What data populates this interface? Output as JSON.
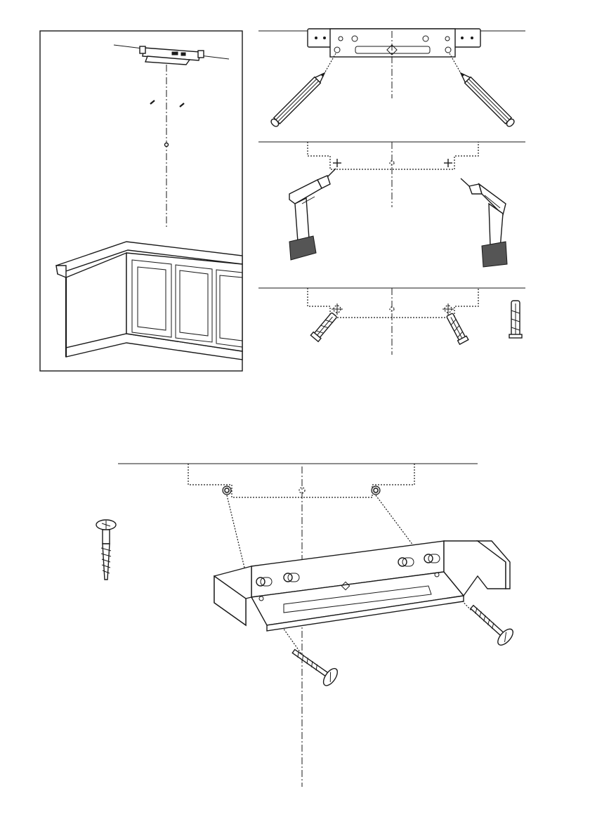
{
  "figure": {
    "panels": [
      {
        "id": "overview"
      },
      {
        "id": "mark-holes"
      },
      {
        "id": "drill-holes"
      },
      {
        "id": "insert-plugs"
      },
      {
        "id": "fix-bracket"
      }
    ]
  }
}
